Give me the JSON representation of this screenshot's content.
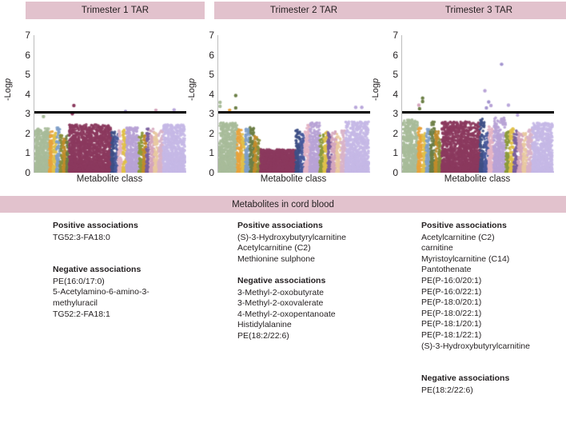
{
  "panels": [
    {
      "title": "Trimester 1 TAR",
      "ylabel_prefix": "-Log",
      "ylabel_italic": "p",
      "xlabel": "Metabolite class",
      "yticks": [
        "7",
        "6",
        "5",
        "4",
        "3",
        "2",
        "1",
        "0"
      ]
    },
    {
      "title": "Trimester 2 TAR",
      "ylabel_prefix": "-Log",
      "ylabel_italic": "p",
      "xlabel": "Metabolite class",
      "yticks": [
        "7",
        "6",
        "5",
        "4",
        "3",
        "2",
        "1",
        "0"
      ]
    },
    {
      "title": "Trimester 3 TAR",
      "ylabel_prefix": "-Log",
      "ylabel_italic": "p",
      "xlabel": "Metabolite class",
      "yticks": [
        "7",
        "6",
        "5",
        "4",
        "3",
        "2",
        "1",
        "0"
      ]
    }
  ],
  "banner": {
    "label": "Metabolites in cord blood"
  },
  "columns": [
    {
      "positive_title": "Positive associations",
      "positive_items": [
        "TG52:3-FA18:0"
      ],
      "negative_title": "Negative associations",
      "negative_items": [
        "PE(16:0/17:0)",
        "5-Acetylamino-6-amino-3-\nmethyluracil",
        "TG52:2-FA18:1"
      ]
    },
    {
      "positive_title": "Positive associations",
      "positive_items": [
        "(S)-3-Hydroxybutyrylcarnitine",
        "Acetylcarnitine (C2)",
        "Methionine sulphone"
      ],
      "negative_title": "Negative associations",
      "negative_items": [
        "3-Methyl-2-oxobutyrate",
        "3-Methyl-2-oxovalerate",
        "4-Methyl-2-oxopentanoate",
        "Histidylalanine",
        "PE(18:2/22:6)"
      ]
    },
    {
      "positive_title": "Positive associations",
      "positive_items": [
        "Acetylcarnitine (C2)",
        "carnitine",
        "Myristoylcarnitine (C14)",
        "Pantothenate",
        "PE(P-16:0/20:1)",
        "PE(P-16:0/22:1)",
        "PE(P-18:0/20:1)",
        "PE(P-18:0/22:1)",
        "PE(P-18:1/20:1)",
        "PE(P-18:1/22:1)",
        "(S)-3-Hydroxybutyrylcarnitine"
      ],
      "negative_title": "Negative associations",
      "negative_items": [
        "PE(18:2/22:6)"
      ]
    }
  ],
  "colors": {
    "banner_pink": "#e2c2cd",
    "header_pink": "#e2c2cd",
    "threshold_line": "#000000",
    "axis_grey": "#bdbdbd",
    "text": "#231f20"
  },
  "chart_data": {
    "type": "scatter",
    "n_panels": 3,
    "title": "Manhattan plots of metabolite associations by trimester",
    "xlabel": "Metabolite class",
    "ylabel": "-Logp",
    "ylim": [
      0,
      7
    ],
    "yticks": [
      0,
      1,
      2,
      3,
      4,
      5,
      6,
      7
    ],
    "grid": false,
    "legend": "none",
    "significance_threshold": 3.08,
    "class_palette": [
      "#a8bc9a",
      "#e8a33d",
      "#e0c04a",
      "#7f9fc9",
      "#8a8f3c",
      "#c08b2a",
      "#8b3a5e",
      "#8f2f4e",
      "#9c3358",
      "#a23a5e",
      "#3e4f86",
      "#4a5a9c",
      "#e3b3c4",
      "#b8a3d6",
      "#a394cf",
      "#c7b8e2",
      "#7a5f9e",
      "#d5a6bd",
      "#8c9a3d",
      "#b89a36",
      "#e8c9a0",
      "#d9b3c9",
      "#b9a7db",
      "#c6b9e6"
    ],
    "panels": [
      {
        "name": "Trimester 1 TAR",
        "above_threshold_points": [
          {
            "x": 0.26,
            "y": 3.42,
            "color": "#8b3a5e"
          },
          {
            "x": 0.25,
            "y": 3.0,
            "color": "#8b3a5e"
          },
          {
            "x": 0.6,
            "y": 3.12,
            "color": "#a394cf"
          },
          {
            "x": 0.8,
            "y": 3.18,
            "color": "#d5a6bd"
          },
          {
            "x": 0.92,
            "y": 3.2,
            "color": "#b9a7db"
          },
          {
            "x": 0.06,
            "y": 2.86,
            "color": "#a8bc9a"
          }
        ],
        "bulk_max_y": 2.4,
        "density_note": "dense band 0-2.2 across all classes; large maroon cluster mid-plot"
      },
      {
        "name": "Trimester 2 TAR",
        "above_threshold_points": [
          {
            "x": 0.115,
            "y": 3.93,
            "color": "#6c7f46"
          },
          {
            "x": 0.012,
            "y": 3.58,
            "color": "#a8bc9a"
          },
          {
            "x": 0.012,
            "y": 3.38,
            "color": "#a8bc9a"
          },
          {
            "x": 0.115,
            "y": 3.3,
            "color": "#6c7f46"
          },
          {
            "x": 0.075,
            "y": 3.18,
            "color": "#e8a33d"
          },
          {
            "x": 0.905,
            "y": 3.33,
            "color": "#b9a7db"
          },
          {
            "x": 0.945,
            "y": 3.33,
            "color": "#b9a7db"
          }
        ],
        "bulk_max_y": 2.6,
        "density_note": "sage-green block at left; maroon plateau ~1.1 mid; lavender block right"
      },
      {
        "name": "Trimester 3 TAR",
        "above_threshold_points": [
          {
            "x": 0.655,
            "y": 5.52,
            "color": "#a394cf"
          },
          {
            "x": 0.545,
            "y": 4.17,
            "color": "#b8a3d6"
          },
          {
            "x": 0.135,
            "y": 3.8,
            "color": "#6c7f46"
          },
          {
            "x": 0.135,
            "y": 3.62,
            "color": "#6c7f46"
          },
          {
            "x": 0.57,
            "y": 3.6,
            "color": "#a394cf"
          },
          {
            "x": 0.585,
            "y": 3.42,
            "color": "#b8a3d6"
          },
          {
            "x": 0.7,
            "y": 3.44,
            "color": "#b9a7db"
          },
          {
            "x": 0.11,
            "y": 3.44,
            "color": "#d5a6bd"
          },
          {
            "x": 0.115,
            "y": 3.26,
            "color": "#6c7f46"
          },
          {
            "x": 0.555,
            "y": 3.3,
            "color": "#a394cf"
          },
          {
            "x": 0.76,
            "y": 2.94,
            "color": "#b9a7db"
          }
        ],
        "bulk_max_y": 2.9,
        "density_note": "wide spread; several carnitine/PE hits above line in lavender region"
      }
    ]
  }
}
